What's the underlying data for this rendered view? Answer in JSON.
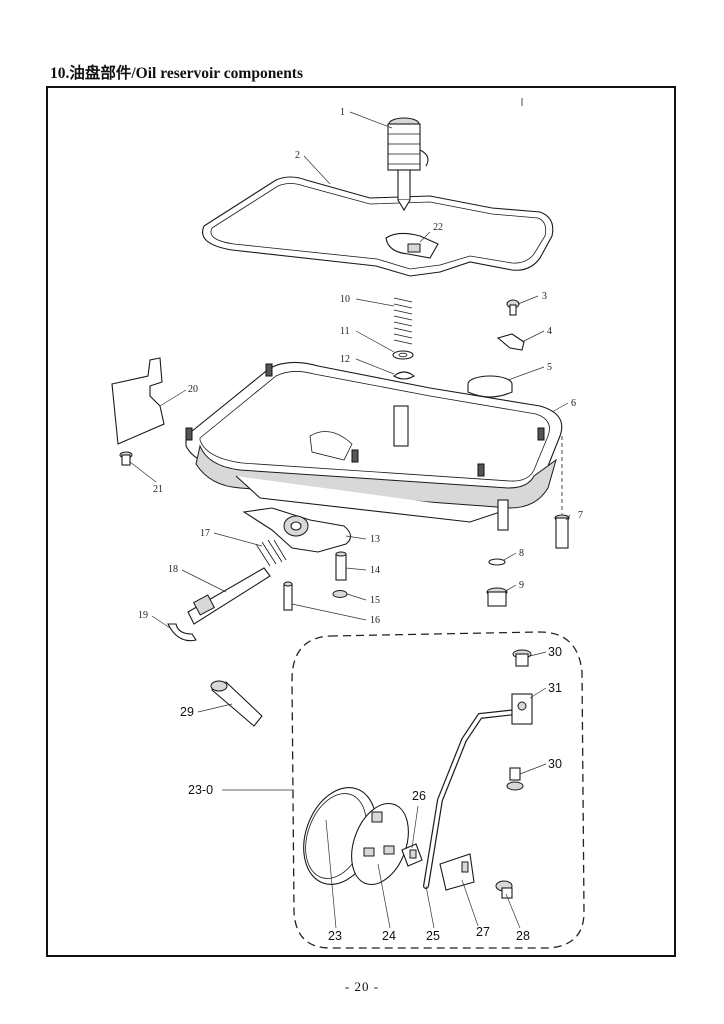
{
  "page": {
    "title": "10.油盘部件/Oil reservoir components",
    "page_number": "- 20 -"
  },
  "labels": {
    "p1": "1",
    "p2": "2",
    "p3": "3",
    "p4": "4",
    "p5": "5",
    "p6": "6",
    "p7": "7",
    "p8": "8",
    "p9": "9",
    "p10": "10",
    "p11": "11",
    "p12": "12",
    "p13": "13",
    "p14": "14",
    "p15": "15",
    "p16": "16",
    "p17": "17",
    "p18": "18",
    "p19": "19",
    "p20": "20",
    "p21": "21",
    "p22": "22",
    "p23": "23",
    "p24": "24",
    "p25": "25",
    "p26": "26",
    "p27": "27",
    "p28": "28",
    "p29": "29",
    "p30a": "30",
    "p30b": "30",
    "p31": "31",
    "assembly": "23-0"
  }
}
